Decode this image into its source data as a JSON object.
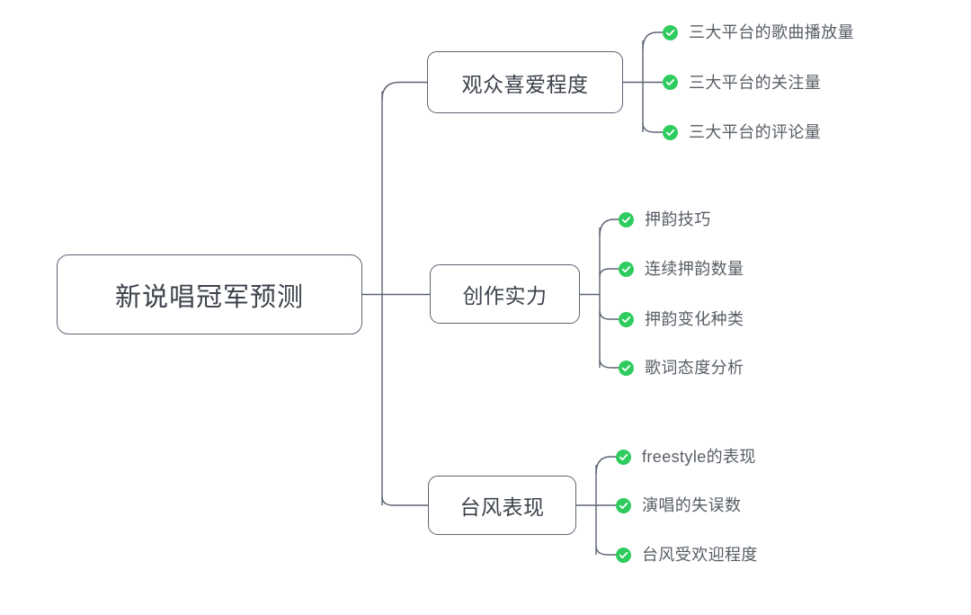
{
  "diagram": {
    "type": "mind-map",
    "title": "新说唱冠军预测",
    "background_color": "#ffffff",
    "node_border_color": "#5b6472",
    "node_text_color": "#3c424b",
    "leaf_text_color": "#585e66",
    "connector_color": "#5b6472",
    "check_icon_color": "#2ecc5e",
    "root": {
      "label": "新说唱冠军预测"
    },
    "branches": [
      {
        "label": "观众喜爱程度",
        "leaves": [
          {
            "icon": "check-circle-icon",
            "label": "三大平台的歌曲播放量"
          },
          {
            "icon": "check-circle-icon",
            "label": "三大平台的关注量"
          },
          {
            "icon": "check-circle-icon",
            "label": "三大平台的评论量"
          }
        ]
      },
      {
        "label": "创作实力",
        "leaves": [
          {
            "icon": "check-circle-icon",
            "label": "押韵技巧"
          },
          {
            "icon": "check-circle-icon",
            "label": "连续押韵数量"
          },
          {
            "icon": "check-circle-icon",
            "label": "押韵变化种类"
          },
          {
            "icon": "check-circle-icon",
            "label": "歌词态度分析"
          }
        ]
      },
      {
        "label": "台风表现",
        "leaves": [
          {
            "icon": "check-circle-icon",
            "label": "freestyle的表现"
          },
          {
            "icon": "check-circle-icon",
            "label": "演唱的失误数"
          },
          {
            "icon": "check-circle-icon",
            "label": "台风受欢迎程度"
          }
        ]
      }
    ]
  }
}
